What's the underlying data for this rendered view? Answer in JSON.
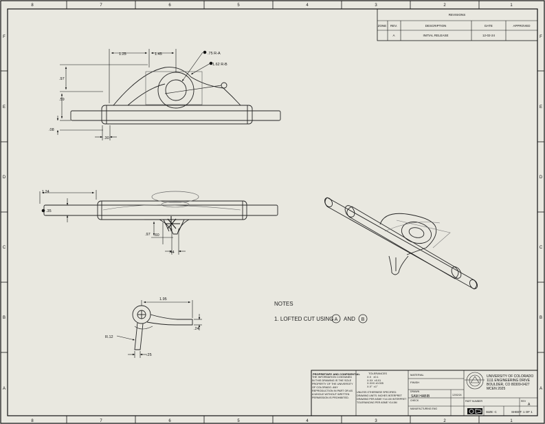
{
  "zones": {
    "top": [
      "8",
      "7",
      "6",
      "5",
      "4",
      "3",
      "2",
      "1"
    ],
    "bottom": [
      "8",
      "7",
      "6",
      "5",
      "4",
      "3",
      "2",
      "1"
    ],
    "left": [
      "F",
      "E",
      "D",
      "C",
      "B",
      "A"
    ],
    "right": [
      "F",
      "E",
      "D",
      "C",
      "B",
      "A"
    ]
  },
  "revisions": {
    "title": "REVISIONS",
    "headers": [
      "ZONE",
      "REV.",
      "DESCRIPTION",
      "DATE",
      "APPROVED"
    ],
    "row": [
      "",
      "A",
      "INITIAL RELEASE",
      "12-02-24",
      ""
    ]
  },
  "dims": {
    "front_w1": "1.25",
    "front_w2": "1.45",
    "front_ra": ".75 R-A",
    "front_rb": "1.62 R-B",
    "front_h1": ".97",
    "front_h2": ".59",
    "front_h3": ".08",
    "front_h4": ".30",
    "top_w": "1.24",
    "top_d": ".35",
    "top_h1": ".97",
    "top_h2": ".60",
    "top_w2": ".44",
    "side_w": "1.95",
    "side_h": ".24",
    "side_r": "R.12",
    "side_w2": ".25"
  },
  "notes": {
    "title": "NOTES",
    "line1": "1. LOFTED CUT USING",
    "bubble_a": "A",
    "and": "AND",
    "bubble_b": "B"
  },
  "title_block": {
    "proprietary_title": "PROPRIETARY AND CONFIDENTIAL",
    "proprietary_body": "THE INFORMATION CONTAINED IN THIS DRAWING IS THE SOLE PROPERTY OF THE UNIVERSITY OF COLORADO. ANY REPRODUCTION IN PART OR AS A WHOLE WITHOUT WRITTEN PERMISSION IS PROHIBITED.",
    "tolerances_title": "TOLERANCES",
    "tolerances": "X.X   ±0.1\nX.XX  ±0.01\nX.XXX ±0.005\nX.X°  ±1°",
    "unless": "UNLESS OTHERWISE SPECIFIED: DRAWING UNITS: INCHES INTERPRET DRAWING PER ASME Y14.100 INTERPRET TOLERANCING PER ASME Y14.5M",
    "material": "MATERIAL",
    "finish": "FINISH",
    "drawn_label": "DRAWN",
    "drawn_name": "SAM HABIB",
    "drawn_date": "12/02/24",
    "check_label": "CHECK",
    "mfg_label": "MANUFACTURING ENG",
    "university": "UNIVERSITY OF COLORADO",
    "address1": "1111 ENGINEERING DRIVE",
    "address2": "BOULDER, CO 80309-0427",
    "course": "MCEN 2025",
    "part_number_label": "PART NUMBER",
    "rev_label": "REV",
    "rev": "A",
    "size": "SIZE: C",
    "sheet": "SHEET: 1 OF 1"
  }
}
